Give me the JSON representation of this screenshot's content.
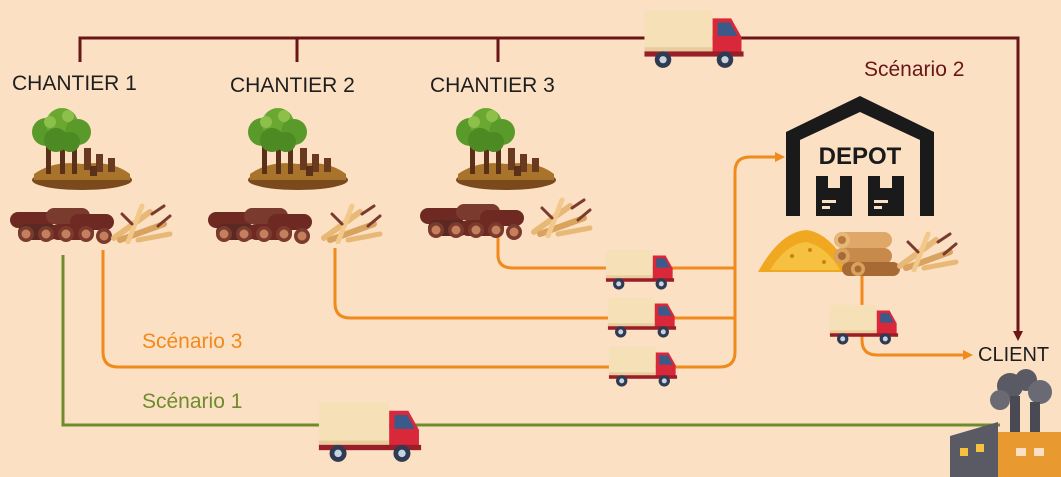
{
  "sites": [
    {
      "label": "CHANTIER 1"
    },
    {
      "label": "CHANTIER 2"
    },
    {
      "label": "CHANTIER 3"
    }
  ],
  "depot": {
    "label": "DEPOT"
  },
  "client": {
    "label": "CLIENT"
  },
  "scenarios": [
    {
      "label": "Scénario 1",
      "color": "#6f8c2a"
    },
    {
      "label": "Scénario 2",
      "color": "#6b1616"
    },
    {
      "label": "Scénario 3",
      "color": "#f08a1c"
    }
  ],
  "colors": {
    "background": "#fbe0c4",
    "truck_cargo": "#f5e0b8",
    "truck_cab": "#d8283a",
    "log": "#7a3a2e",
    "tree": "#6aa832"
  }
}
